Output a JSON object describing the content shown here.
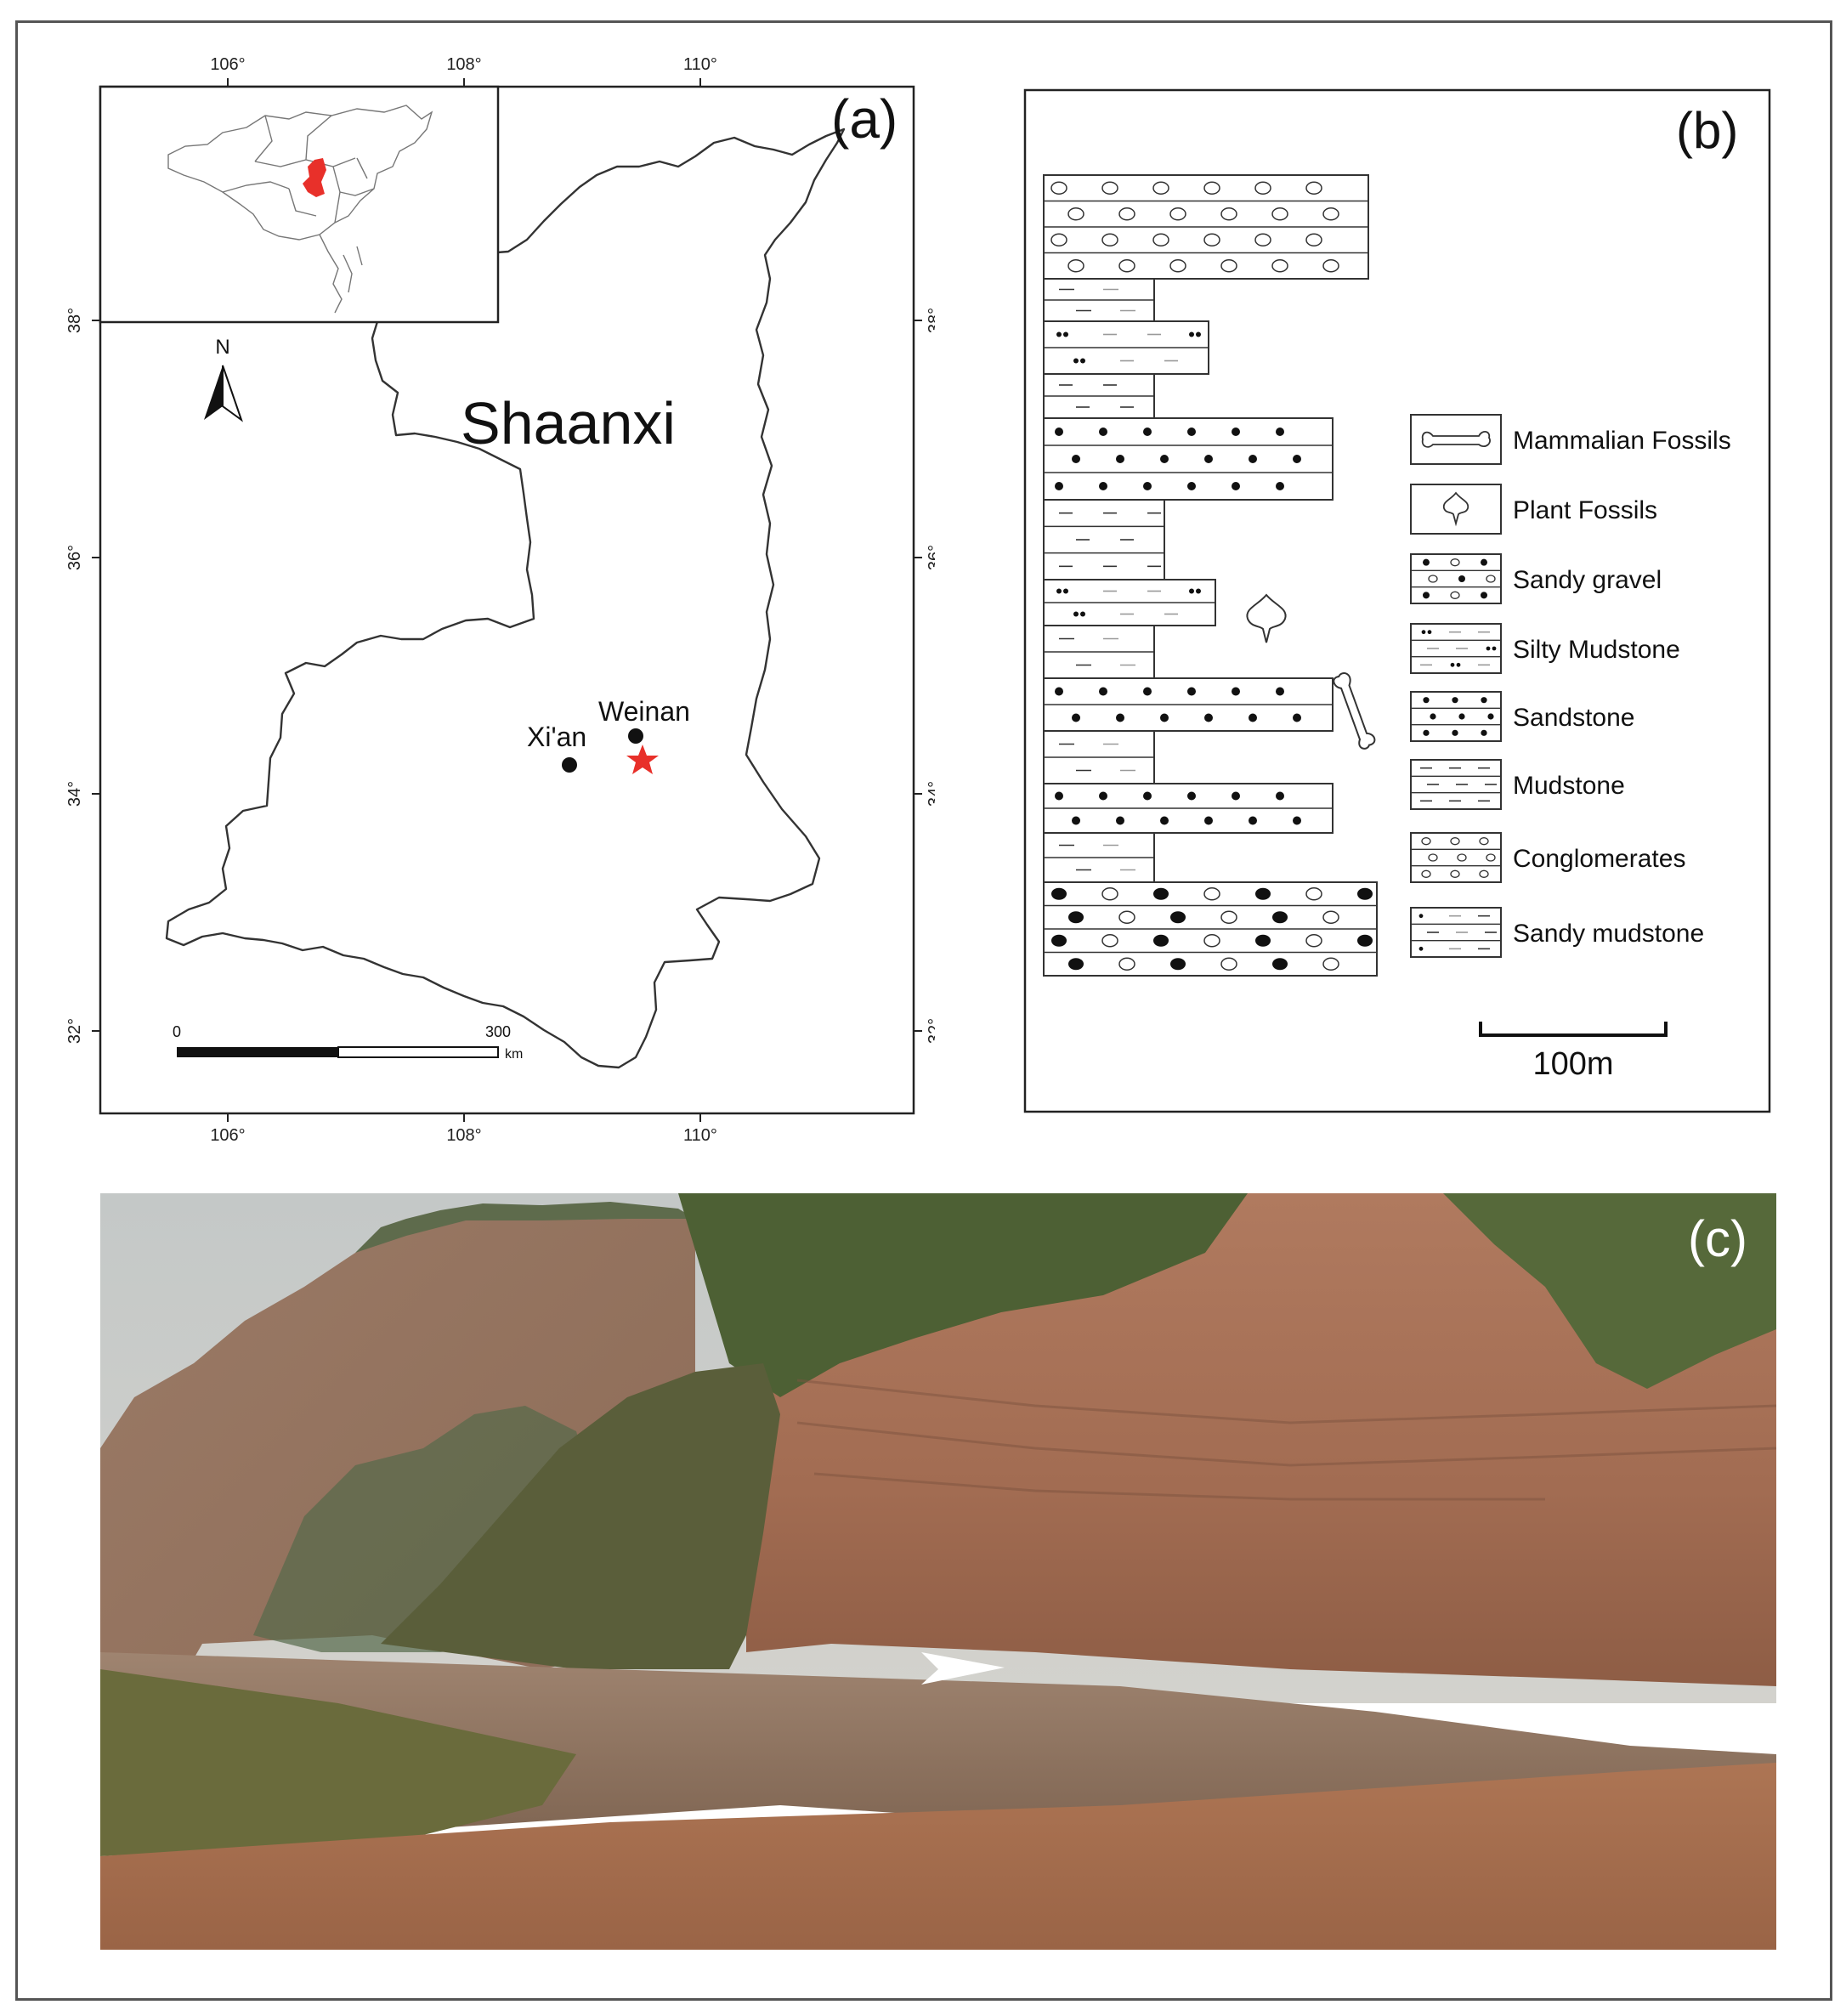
{
  "panel_a": {
    "label": "(a)",
    "lon_ticks": [
      "106°",
      "108°",
      "110°"
    ],
    "lat_ticks": [
      "38°",
      "36°",
      "34°",
      "32°"
    ],
    "north_label": "N",
    "province_label": "Shaanxi",
    "cities": [
      {
        "name": "Xi'an"
      },
      {
        "name": "Weinan"
      }
    ],
    "scalebar": {
      "start": "0",
      "end": "300",
      "unit": "km"
    },
    "colors": {
      "highlight": "#e8302a",
      "site_star": "#e8302a"
    }
  },
  "panel_b": {
    "label": "(b)",
    "legend": [
      {
        "label": "Mammalian Fossils",
        "pattern": "bone-icon"
      },
      {
        "label": "Plant Fossils",
        "pattern": "leaf-icon"
      },
      {
        "label": "Sandy gravel",
        "pattern": "sandy-gravel"
      },
      {
        "label": "Silty Mudstone",
        "pattern": "silty-mudstone"
      },
      {
        "label": "Sandstone",
        "pattern": "sandstone"
      },
      {
        "label": "Mudstone",
        "pattern": "mudstone"
      },
      {
        "label": "Conglomerates",
        "pattern": "conglomerates"
      },
      {
        "label": "Sandy mudstone",
        "pattern": "sandy-mudstone"
      }
    ],
    "scalebar_label": "100m"
  },
  "panel_c": {
    "label": "(c)",
    "colors": {
      "cliff": "#a9725a",
      "water": "#a86e4c",
      "vegetation": "#4d6034",
      "sky": "#c9cccb"
    }
  }
}
